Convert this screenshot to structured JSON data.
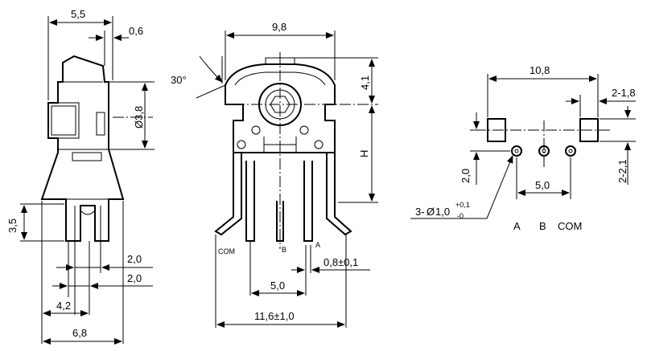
{
  "side_view": {
    "dim_width": "5,5",
    "dim_offset": "0,6",
    "dim_shaft": "Ø3,8",
    "dim_leg": "3,5",
    "dim_pitch_a": "2,0",
    "dim_pitch_b": "2,0",
    "dim_base_a": "4,2",
    "dim_base_b": "6,8"
  },
  "front_view": {
    "dim_top_width": "9,8",
    "dim_angle": "30°",
    "dim_top_height": "4,1",
    "dim_height": "H",
    "dim_pin_width": "0,8±0,1",
    "dim_pin_pitch": "5,0",
    "dim_total_width": "11,6±1,0",
    "pin_labels": [
      "COM",
      "B",
      "A"
    ]
  },
  "footprint": {
    "dim_pad_pitch": "10,8",
    "dim_pad_width": "2-1,8",
    "dim_pad_height": "2-2,1",
    "dim_row_offset": "2,0",
    "dim_hole_pitch": "5,0",
    "hole_spec": {
      "prefix": "3-",
      "symbol": "Ø",
      "value": "1,0",
      "tol_upper": "+0,1",
      "tol_lower": "-0"
    },
    "pin_labels": [
      "A",
      "B",
      "COM"
    ]
  }
}
